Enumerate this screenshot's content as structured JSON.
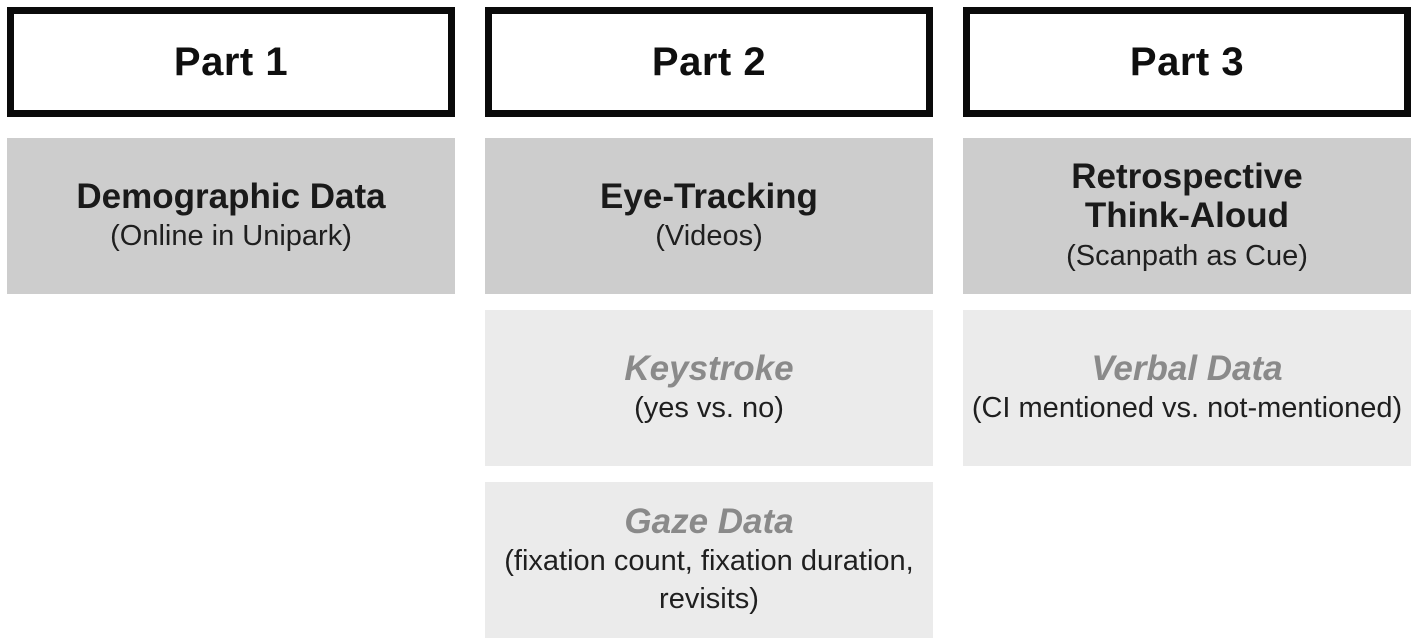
{
  "figure": {
    "columns": [
      {
        "header": "Part 1",
        "boxes": [
          {
            "title": "Demographic Data",
            "subtitle": "(Online in Unipark)"
          }
        ]
      },
      {
        "header": "Part 2",
        "boxes": [
          {
            "title": "Eye-Tracking",
            "subtitle": "(Videos)"
          },
          {
            "title": "Keystroke",
            "subtitle": "(yes vs. no)"
          },
          {
            "title": "Gaze Data",
            "subtitle": "(fixation count, fixation duration,\nrevisits)"
          }
        ]
      },
      {
        "header": "Part 3",
        "boxes": [
          {
            "title": "Retrospective\nThink-Aloud",
            "subtitle": "(Scanpath as Cue)"
          },
          {
            "title": "Verbal Data",
            "subtitle": "(CI mentioned vs. not-mentioned)"
          }
        ]
      }
    ],
    "colors": {
      "header_border": "#0a0a0a",
      "primary_box_bg": "#cdcdcd",
      "secondary_box_bg": "#ebebeb",
      "muted_italic_title": "#8a8a8a",
      "text": "#1a1a1a",
      "background": "#ffffff"
    }
  }
}
